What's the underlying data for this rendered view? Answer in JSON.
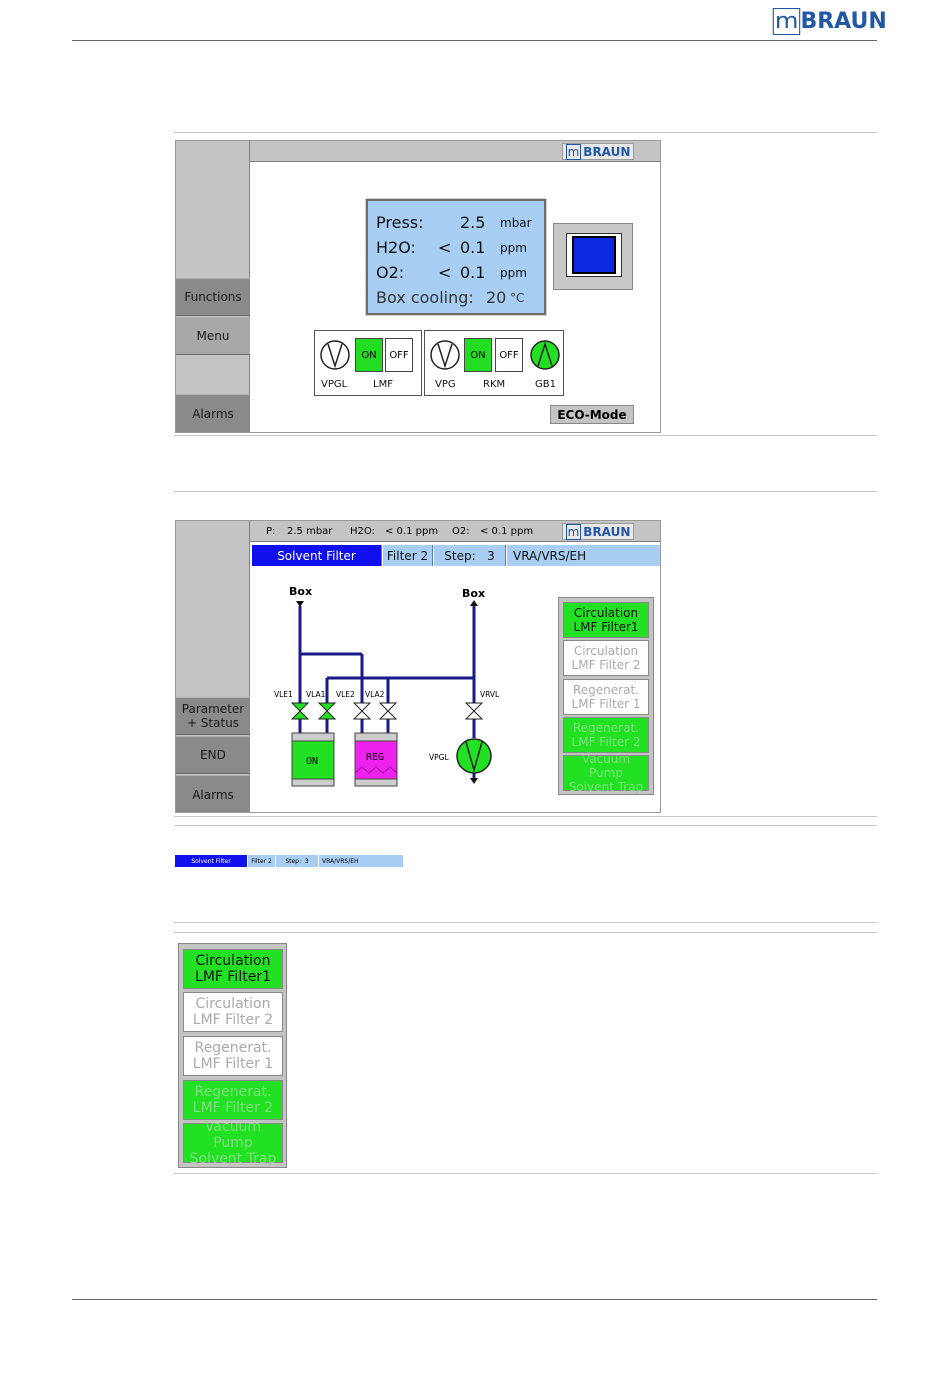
{
  "brand": {
    "name": "BRAUN",
    "m": "m"
  },
  "screen1": {
    "sidebar": {
      "functions": "Functions",
      "menu": "Menu",
      "alarms": "Alarms"
    },
    "status": {
      "press_label": "Press:",
      "press_value": "2.5",
      "press_unit": "mbar",
      "h2o_label": "H2O:",
      "h2o_lt": "<",
      "h2o_value": "0.1",
      "h2o_unit": "ppm",
      "o2_label": "O2:",
      "o2_lt": "<",
      "o2_value": "0.1",
      "o2_unit": "ppm",
      "cool_label": "Box cooling:",
      "cool_value": "20",
      "cool_unit": "°C"
    },
    "switches": {
      "on1": "ON",
      "off1": "OFF",
      "on2": "ON",
      "off2": "OFF",
      "vpgl": "VPGL",
      "lmf": "LMF",
      "vpg": "VPG",
      "rkm": "RKM",
      "gb1": "GB1"
    },
    "eco_mode": "ECO-Mode"
  },
  "screen2": {
    "sidebar": {
      "parameter": "Parameter\n+ Status",
      "end": "END",
      "alarms": "Alarms"
    },
    "topbar": {
      "p_label": "P:",
      "p_value": "2.5 mbar",
      "h2o_label": "H2O:",
      "h2o_value": "< 0.1 ppm",
      "o2_label": "O2:",
      "o2_value": "< 0.1 ppm"
    },
    "tabs": {
      "solvent": "Solvent Filter",
      "filter": "Filter 2",
      "step_label": "Step:",
      "step_value": "3",
      "mode": "VRA/VRS/EH"
    },
    "diagram": {
      "box_left": "Box",
      "box_right": "Box",
      "vle1": "VLE1",
      "vla1": "VLA1",
      "vle2": "VLE2",
      "vla2": "VLA2",
      "vrvl": "VRVL",
      "vpgl": "VPGL",
      "tank1": "ON",
      "tank2": "REG"
    },
    "menu": [
      "Circulation\nLMF Filter1",
      "Circulation\nLMF Filter 2",
      "Regenerat.\nLMF Filter 1",
      "Regenerat.\nLMF Filter 2",
      "Vacuum Pump\nSolvent Trap"
    ]
  },
  "tabstrip_small": {
    "solvent": "Solvent Filter",
    "filter": "Filter 2",
    "step_label": "Step:",
    "step_value": "3",
    "mode": "VRA/VRS/EH"
  },
  "button_panel": [
    "Circulation\nLMF Filter1",
    "Circulation\nLMF Filter 2",
    "Regenerat.\nLMF Filter 1",
    "Regenerat.\nLMF Filter 2",
    "Vacuum Pump\nSolvent Trap"
  ],
  "colors": {
    "brand_blue": "#2257a8",
    "status_blue": "#a8cff3",
    "active_tab": "#1010ee",
    "green": "#22e022",
    "magenta": "#ee22ee"
  }
}
